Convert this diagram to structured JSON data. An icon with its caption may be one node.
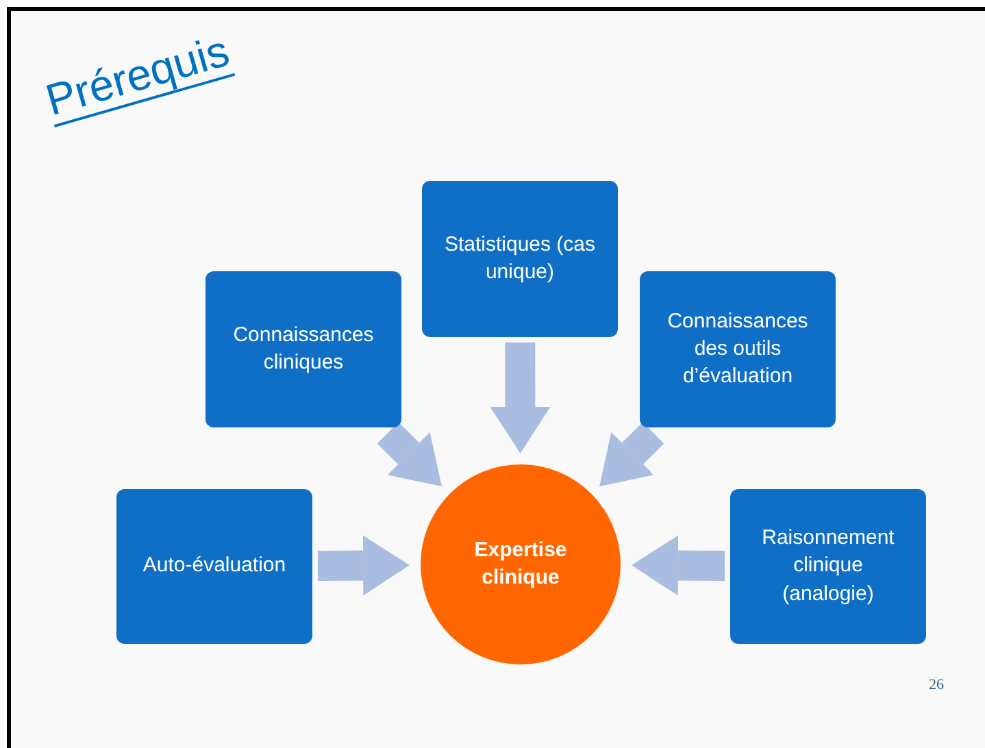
{
  "diagram": {
    "title": "Prérequis",
    "nodes": [
      {
        "text": [
          "Statistiques (cas unique)"
        ]
      },
      {
        "text": [
          "Connaissances cliniques"
        ]
      },
      {
        "text": [
          "Connaissances des outils d’évaluation"
        ]
      },
      {
        "text": [
          "Auto-évaluation"
        ]
      },
      {
        "text": [
          "Expertise clinique"
        ]
      },
      {
        "text": [
          "Raisonnement clinique (analogie)"
        ]
      }
    ],
    "edges": [
      {
        "from": 0,
        "to": 4,
        "arrow": "to"
      },
      {
        "from": 1,
        "to": 4,
        "arrow": "to"
      },
      {
        "from": 2,
        "to": 4,
        "arrow": "to"
      },
      {
        "from": 3,
        "to": 4,
        "arrow": "to"
      },
      {
        "from": 5,
        "to": 4,
        "arrow": "to"
      }
    ],
    "labels": [
      "26"
    ]
  }
}
